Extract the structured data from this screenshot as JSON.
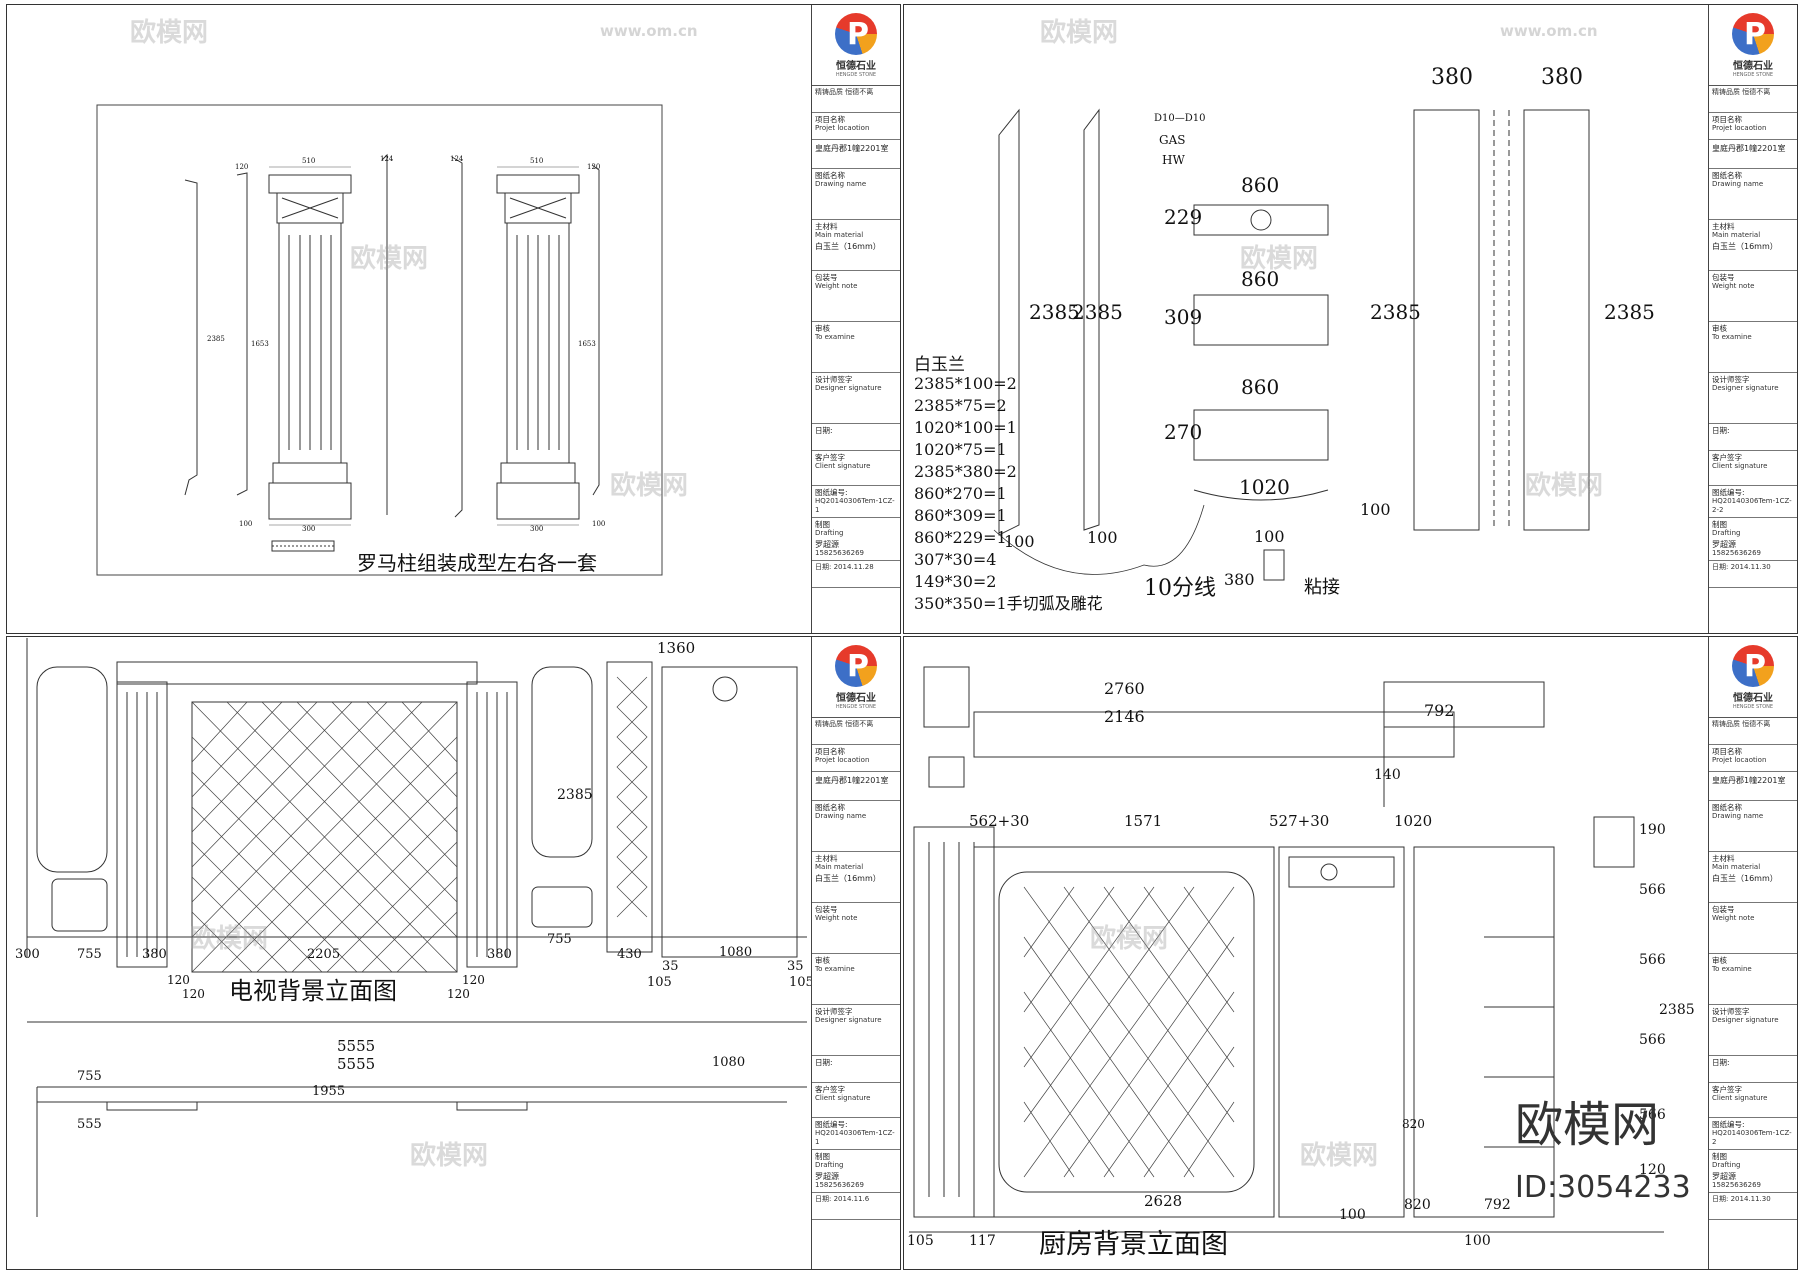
{
  "watermark": {
    "brand": "欧模网",
    "url": "www.om.cn",
    "id": "ID:3054233"
  },
  "title_block": {
    "logo_cn": "恒德石业",
    "logo_en": "HENGDE STONE",
    "slogan": "精铸品质  恒德不离",
    "project_label_cn": "项目名称",
    "project_label_en": "Projet locaotion",
    "project_name": "皇庭丹郡1幢2201室",
    "drawing_label_cn": "图纸名称",
    "drawing_label_en": "Drawing name",
    "material_label_cn": "主材料",
    "material_label_en": "Main material",
    "material": "白玉兰（16mm）",
    "weight_label_cn": "包装号",
    "weight_label_en": "Weight note",
    "examine_cn": "审核",
    "examine_en": "To examine",
    "designer_cn": "设计师签字",
    "designer_en": "Designer signature",
    "date_cn": "日期:",
    "client_cn": "客户签字",
    "client_en": "Client signature",
    "number_cn": "图纸编号:",
    "drafting_cn": "制图",
    "drafting_en": "Drafting",
    "drafter": "罗超源",
    "phone": "15825636269"
  },
  "sheet1": {
    "caption": "罗马柱组装成型左右各一套",
    "doc_no": "HQ20140306Tem-1CZ-1",
    "date": "日期: 2014.11.28",
    "dims": [
      "510",
      "510",
      "2385",
      "1653",
      "1653",
      "124",
      "124",
      "120",
      "120",
      "300",
      "300",
      "100",
      "100"
    ]
  },
  "sheet2": {
    "material_title": "白玉兰",
    "cut_list": [
      "2385*100=2",
      "2385*75=2",
      "1020*100=1",
      "1020*75=1",
      "2385*380=2",
      "860*270=1",
      "860*309=1",
      "860*229=1",
      "307*30=4",
      "149*30=2",
      "350*350=1手切弧及雕花"
    ],
    "dims": [
      "380",
      "380",
      "860",
      "860",
      "860",
      "1020",
      "229",
      "309",
      "270",
      "2385",
      "2385",
      "2385",
      "2385",
      "100",
      "100",
      "100",
      "100",
      "380"
    ],
    "notes": [
      "D10—D10",
      "GAS",
      "HW"
    ],
    "label_fenxian": "10分线",
    "label_nianjie": "粘接",
    "doc_no": "HQ20140306Tem-1CZ-2-2",
    "date": "日期: 2014.11.30"
  },
  "sheet3": {
    "caption": "电视背景立面图",
    "dims_bottom": [
      "300",
      "755",
      "380",
      "2205",
      "380",
      "755",
      "430",
      "1080",
      "35",
      "35",
      "105",
      "105"
    ],
    "dims_small": [
      "120",
      "120",
      "120",
      "120"
    ],
    "dims_top": [
      "1360"
    ],
    "height": "2385",
    "plan_dims": [
      "5555",
      "5555",
      "755",
      "1955",
      "555",
      "1080"
    ],
    "doc_no": "HQ20140306Tem-1CZ-1",
    "date": "日期: 2014.11.6"
  },
  "sheet4": {
    "caption": "厨房背景立面图",
    "dims_top": [
      "2760",
      "2146",
      "792",
      "140"
    ],
    "dims_mid": [
      "562+30",
      "1571",
      "527+30",
      "1020"
    ],
    "dims_right": [
      "190",
      "566",
      "566",
      "566",
      "566",
      "120",
      "2385"
    ],
    "dims_bottom": [
      "2628",
      "100",
      "820",
      "792",
      "105",
      "117",
      "100",
      "820"
    ],
    "doc_no": "HQ20140306Tem-1CZ-2",
    "date": "日期: 2014.11.30"
  }
}
